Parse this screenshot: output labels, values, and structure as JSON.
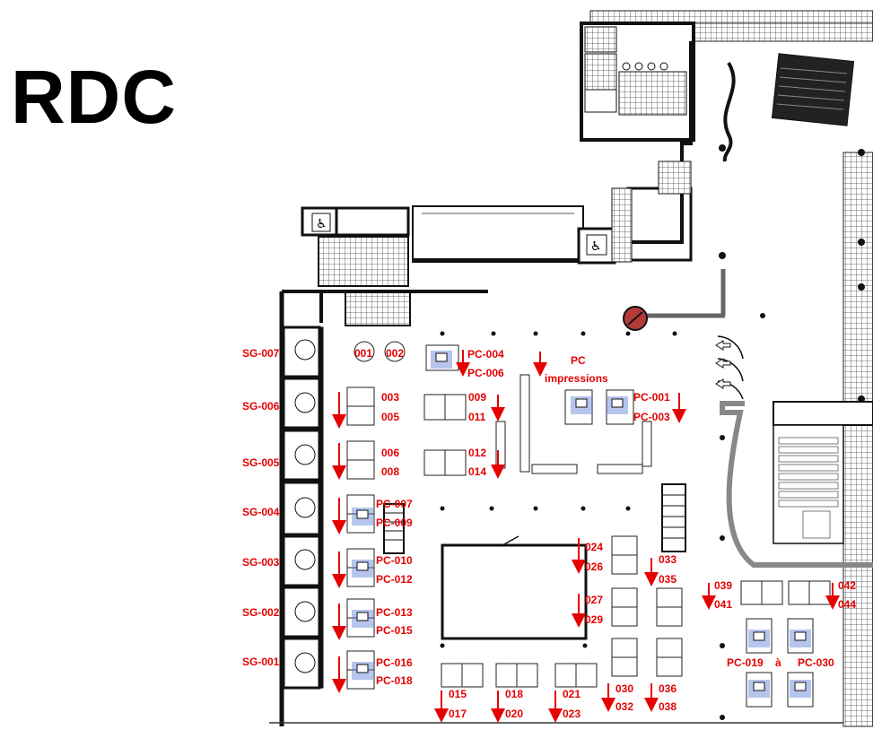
{
  "title": "RDC",
  "colors": {
    "label": "#e60000",
    "wall": "#111111",
    "pc": "#5b7fd6"
  },
  "icons": [
    "accessible-toilet-icon",
    "computer-icon",
    "exit-arrow-icon",
    "stairs-icon"
  ],
  "study_rooms": [
    "SG-007",
    "SG-006",
    "SG-005",
    "SG-004",
    "SG-003",
    "SG-002",
    "SG-001"
  ],
  "labels": {
    "seat_001": "001",
    "seat_002": "002",
    "seat_003": "003",
    "seat_005": "005",
    "seat_006": "006",
    "seat_008": "008",
    "seat_009": "009",
    "seat_011": "011",
    "seat_012": "012",
    "seat_014": "014",
    "seat_015": "015",
    "seat_017": "017",
    "seat_018": "018",
    "seat_020": "020",
    "seat_021": "021",
    "seat_023": "023",
    "seat_024": "024",
    "seat_026": "026",
    "seat_027": "027",
    "seat_029": "029",
    "seat_030": "030",
    "seat_032": "032",
    "seat_033": "033",
    "seat_035": "035",
    "seat_036": "036",
    "seat_038": "038",
    "seat_039": "039",
    "seat_041": "041",
    "seat_042": "042",
    "seat_044": "044",
    "pc_004": "PC-004",
    "pc_006": "PC-006",
    "pc_001": "PC-001",
    "pc_003": "PC-003",
    "pc_007": "PC-007",
    "pc_009": "PC-009",
    "pc_010": "PC-010",
    "pc_012": "PC-012",
    "pc_013": "PC-013",
    "pc_015": "PC-015",
    "pc_016": "PC-016",
    "pc_018": "PC-018",
    "pc_019": "PC-019",
    "a": "à",
    "pc_030": "PC-030",
    "pc_print_1": "PC",
    "pc_print_2": "impressions"
  }
}
